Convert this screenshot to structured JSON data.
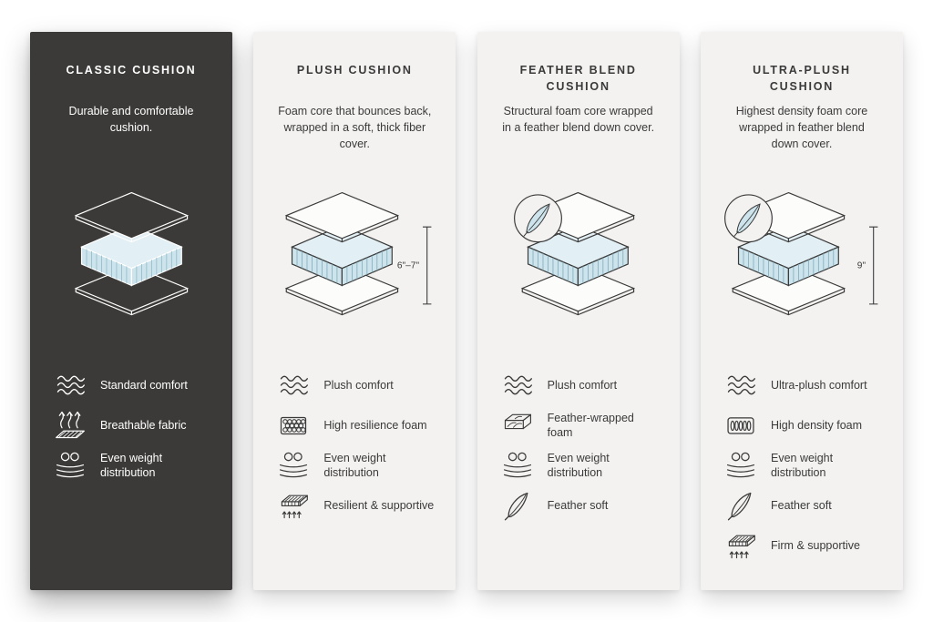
{
  "colors": {
    "page_background": "#ffffff",
    "dark_panel_background": "#3b3a38",
    "light_panel_background": "#f3f2f0",
    "dark_text": "#3a3a3a",
    "light_text": "#ffffff",
    "foam_blue": "#cde4ec",
    "foam_blue_top": "#e2eff4"
  },
  "panels": [
    {
      "id": "classic",
      "theme": "dark",
      "title": "CLASSIC CUSHION",
      "description": "Durable and comfortable cushion.",
      "has_feather_badge": false,
      "measurement": "",
      "features": [
        {
          "icon": "waves-icon",
          "label": "Standard comfort"
        },
        {
          "icon": "breathable-fabric-icon",
          "label": "Breathable fabric"
        },
        {
          "icon": "weight-distribution-icon",
          "label": "Even weight distribution"
        }
      ]
    },
    {
      "id": "plush",
      "theme": "light",
      "title": "PLUSH CUSHION",
      "description": "Foam core that bounces back, wrapped in a soft, thick fiber cover.",
      "has_feather_badge": false,
      "measurement": "6\"–7\"",
      "features": [
        {
          "icon": "waves-icon",
          "label": "Plush comfort"
        },
        {
          "icon": "honeycomb-foam-icon",
          "label": "High resilience foam"
        },
        {
          "icon": "weight-distribution-icon",
          "label": "Even weight distribution"
        },
        {
          "icon": "mattress-support-icon",
          "label": "Resilient & supportive"
        }
      ]
    },
    {
      "id": "feather-blend",
      "theme": "light",
      "title": "FEATHER BLEND CUSHION",
      "description": "Structural foam core wrapped in a feather blend down cover.",
      "has_feather_badge": true,
      "measurement": "",
      "features": [
        {
          "icon": "waves-icon",
          "label": "Plush comfort"
        },
        {
          "icon": "feather-wrapped-foam-icon",
          "label": "Feather-wrapped foam"
        },
        {
          "icon": "weight-distribution-icon",
          "label": "Even weight distribution"
        },
        {
          "icon": "feather-icon",
          "label": "Feather soft"
        }
      ]
    },
    {
      "id": "ultra-plush",
      "theme": "light",
      "title": "ULTRA-PLUSH CUSHION",
      "description": "Highest density foam core wrapped in feather blend down cover.",
      "has_feather_badge": true,
      "measurement": "9\"",
      "features": [
        {
          "icon": "waves-icon",
          "label": "Ultra-plush comfort"
        },
        {
          "icon": "coil-foam-icon",
          "label": "High density foam"
        },
        {
          "icon": "weight-distribution-icon",
          "label": "Even weight distribution"
        },
        {
          "icon": "feather-icon",
          "label": "Feather soft"
        },
        {
          "icon": "mattress-support-icon",
          "label": "Firm & supportive"
        }
      ]
    }
  ]
}
